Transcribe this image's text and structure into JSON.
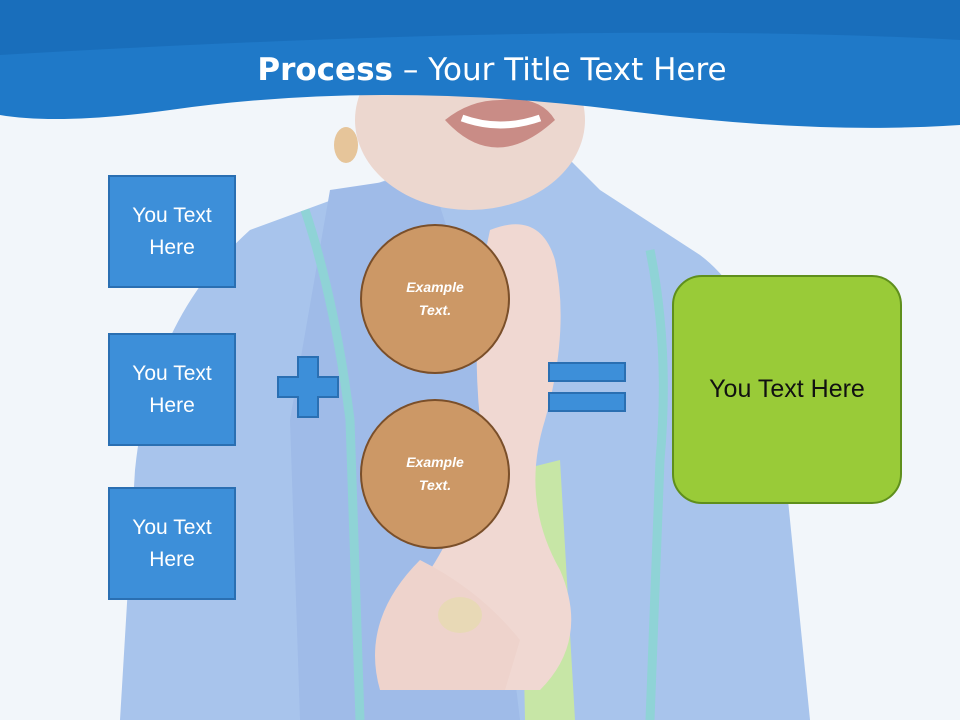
{
  "slide": {
    "title_bold": "Process",
    "title_rest": " – Your Title Text Here"
  },
  "boxes": [
    {
      "label": "You Text Here"
    },
    {
      "label": "You Text Here"
    },
    {
      "label": "You Text Here"
    }
  ],
  "circles": [
    {
      "label": "Example Text."
    },
    {
      "label": "Example Text."
    }
  ],
  "result": {
    "label": "You Text Here"
  },
  "colors": {
    "header_blue": "#1f79c8",
    "box_blue": "#3d8fd9",
    "circle_tan": "#cc9866",
    "result_green": "#99cb38"
  },
  "icons": [
    "plus-icon",
    "equals-icon"
  ]
}
